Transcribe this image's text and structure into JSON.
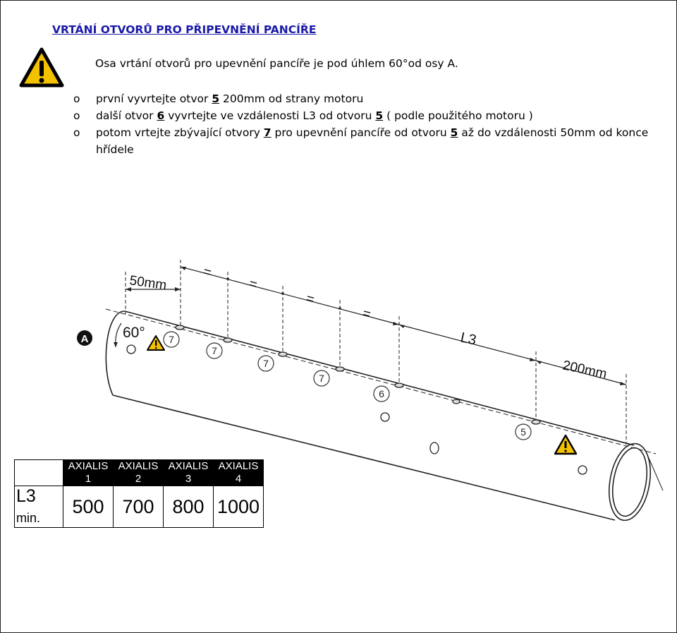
{
  "heading": "VRTÁNÍ OTVORŮ PRO PŘIPEVNĚNÍ PANCÍŘE",
  "intro": "Osa vrtání otvorů pro upevnění pancíře je pod úhlem 60°od osy A.",
  "bullet_mark": "o",
  "steps": [
    {
      "pre": "první vyvrtejte otvor ",
      "u1": "5",
      "mid": " 200mm od strany motoru",
      "u2": "",
      "post": ""
    },
    {
      "pre": "další otvor ",
      "u1": "6",
      "mid": "  vyvrtejte ve vzdálenosti L3 od otvoru ",
      "u2": "5",
      "post": "  ( podle použitého motoru )"
    },
    {
      "pre": "potom vrtejte zbývající otvory ",
      "u1": "7",
      "mid": "  pro upevnění pancíře od otvoru ",
      "u2": "5",
      "post": "  až do vzdálenosti 50mm od konce hřídele"
    }
  ],
  "drawing": {
    "dim_50": "50mm",
    "dim_eq": "=",
    "dim_l3": "L3",
    "dim_200": "200mm",
    "angle": "60°",
    "axis_label": "A",
    "hole_labels": [
      "7",
      "7",
      "7",
      "7",
      "6",
      "5"
    ]
  },
  "table": {
    "headers": [
      {
        "line1": "AXIALIS",
        "line2": "1"
      },
      {
        "line1": "AXIALIS",
        "line2": "2"
      },
      {
        "line1": "AXIALIS",
        "line2": "3"
      },
      {
        "line1": "AXIALIS",
        "line2": "4"
      }
    ],
    "row_label": "L3",
    "row_label_suffix": "min.",
    "values": [
      "500",
      "700",
      "800",
      "1000"
    ]
  }
}
